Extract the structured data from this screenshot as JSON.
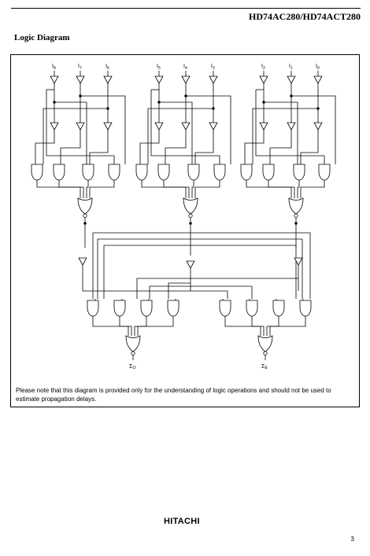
{
  "header": {
    "part_number": "HD74AC280/HD74ACT280"
  },
  "section": {
    "title": "Logic Diagram"
  },
  "diagram": {
    "inputs": [
      "I8",
      "I7",
      "I6",
      "I5",
      "I4",
      "I3",
      "I2",
      "I1",
      "I0"
    ],
    "outputs": [
      "ΣO",
      "ΣE"
    ],
    "note": "Please note that this diagram is provided only for the understanding of logic operations and should not be used to estimate propagation delays."
  },
  "footer": {
    "logo": "HITACHI",
    "page_number": "3"
  }
}
